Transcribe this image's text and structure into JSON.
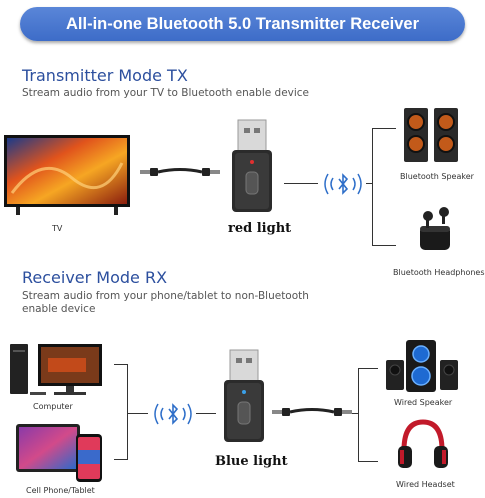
{
  "banner": {
    "title": "All-in-one Bluetooth 5.0 Transmitter Receiver"
  },
  "transmitter": {
    "title": "Transmitter Mode TX",
    "description": "Stream audio from your TV to Bluetooth enable device",
    "source_label": "TV",
    "light_label": "red light",
    "outputs": [
      "Bluetooth Speaker",
      "Bluetooth Headphones"
    ]
  },
  "receiver": {
    "title": "Receiver Mode RX",
    "description_line1": "Stream audio from your phone/tablet to non-Bluetooth",
    "description_line2": "enable device",
    "sources": [
      "Computer",
      "Cell Phone/Tablet"
    ],
    "light_label": "Blue light",
    "outputs": [
      "Wired Speaker",
      "Wired Headset"
    ]
  },
  "colors": {
    "banner": "#4a78d0",
    "bluetooth": "#2f6fc9",
    "title": "#2c4f9e"
  },
  "icons": [
    "tv-icon",
    "usb-adapter-icon",
    "aux-cable-icon",
    "bluetooth-icon",
    "speaker-icon",
    "earbuds-icon",
    "computer-icon",
    "phone-tablet-icon",
    "headset-icon"
  ]
}
